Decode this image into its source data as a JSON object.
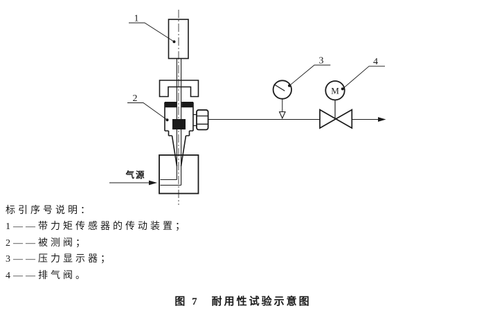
{
  "colors": {
    "ink": "#1a1a1a",
    "background": "#ffffff"
  },
  "diagram": {
    "callouts": {
      "c1": "1",
      "c2": "2",
      "c3": "3",
      "c4": "4"
    },
    "air_source_label": "气源",
    "motor_letter": "M"
  },
  "legend": {
    "title": "标引序号说明：",
    "items": [
      "1——带力矩传感器的传动装置；",
      "2——被测阀；",
      "3——压力显示器；",
      "4——排气阀。"
    ]
  },
  "caption": "图 7　耐用性试验示意图"
}
